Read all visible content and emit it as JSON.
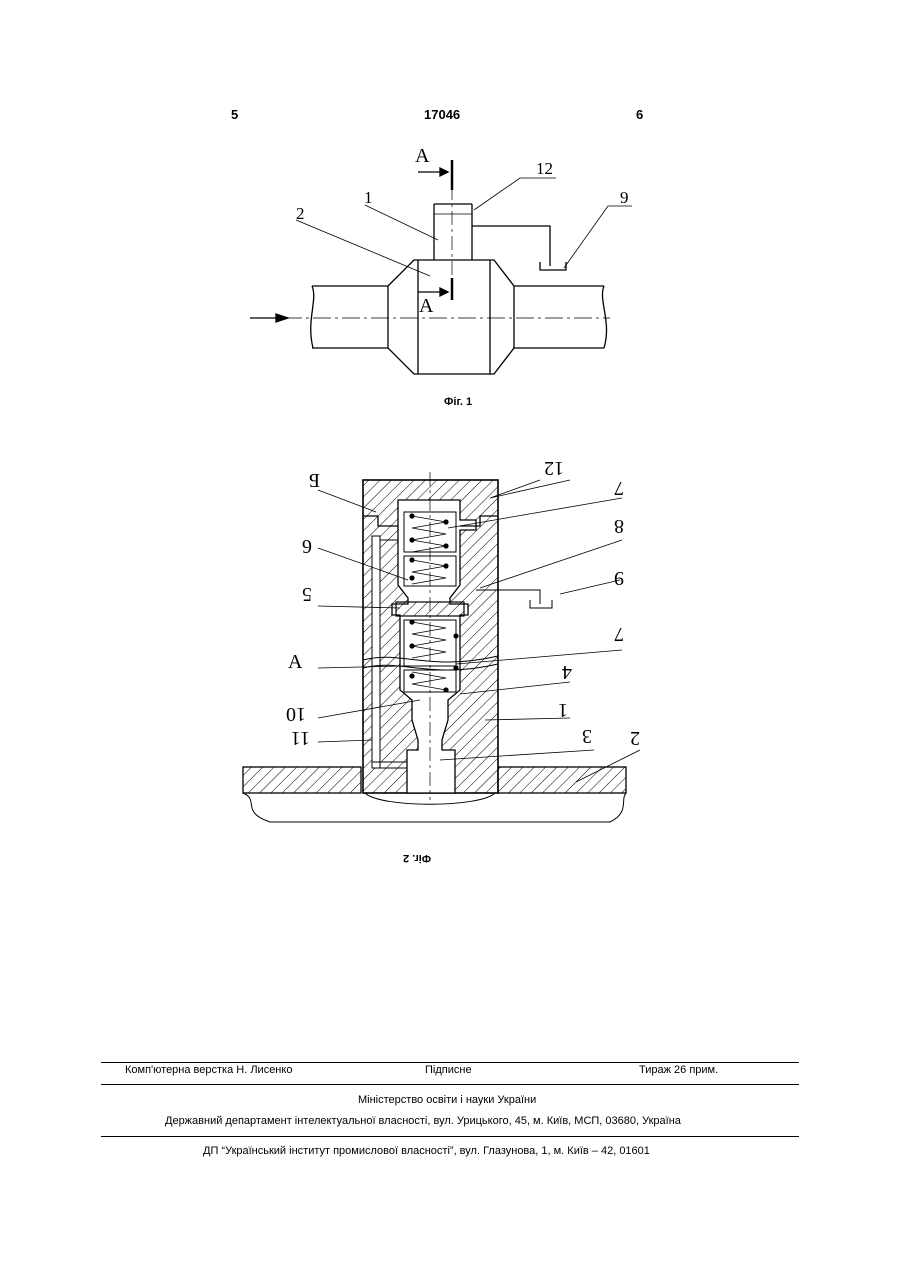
{
  "header": {
    "left_page": "5",
    "patent_number": "17046",
    "right_page": "6"
  },
  "figure1": {
    "caption": "Фіг. 1",
    "labels": {
      "section_top": "А",
      "section_bottom": "А",
      "l12": "12",
      "l1": "1",
      "l2": "2",
      "l9": "9"
    }
  },
  "figure2": {
    "caption": "Фіг. 2",
    "labels": {
      "b": "Б",
      "l12": "12",
      "l7a": "7",
      "l8": "8",
      "l6": "6",
      "l9": "9",
      "l5": "5",
      "l7b": "7",
      "la": "А",
      "l4": "4",
      "l10": "10",
      "l1": "1",
      "l11": "11",
      "l3": "3",
      "l2": "2"
    }
  },
  "footer": {
    "layout": "Комп'ютерна верстка Н. Лисенко",
    "subscription": "Підписне",
    "circulation": "Тираж 26 прим.",
    "ministry": "Міністерство освіти і науки України",
    "department": "Державний департамент інтелектуальної власності, вул. Урицького, 45, м. Київ, МСП, 03680, Україна",
    "institute": "ДП “Український інститут промислової власності”, вул. Глазунова, 1, м. Київ – 42, 01601"
  }
}
